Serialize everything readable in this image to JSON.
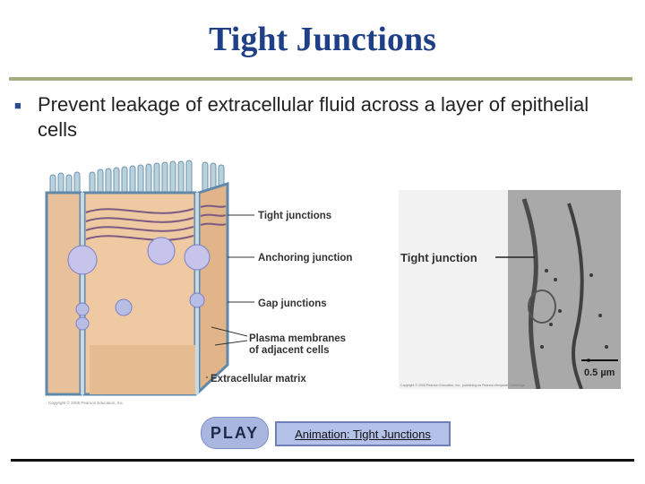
{
  "slide": {
    "title": "Tight Junctions",
    "bullet": "Prevent leakage of extracellular fluid across a layer of epithelial cells"
  },
  "diagram": {
    "labels": {
      "tight": "Tight junctions",
      "anchoring": "Anchoring junction",
      "gap": "Gap junctions",
      "membranes1": "Plasma membranes",
      "membranes2": "of adjacent cells",
      "matrix": "Extracellular matrix"
    },
    "copyright": "Copyright © 2005 Pearson Education, Inc."
  },
  "micrograph": {
    "label": "Tight junction",
    "scale": "0.5 µm",
    "copyright": "Copyright © 2005 Pearson Education, Inc., publishing as Pearson Benjamin Cummings."
  },
  "controls": {
    "play_label": "PLAY",
    "animation_link": "Animation: Tight Junctions"
  },
  "colors": {
    "title": "#1f3f86",
    "rule": "#a7ab80",
    "cell": "#efc9a1",
    "membrane": "#5f88ab",
    "button": "#a8b6e0"
  }
}
